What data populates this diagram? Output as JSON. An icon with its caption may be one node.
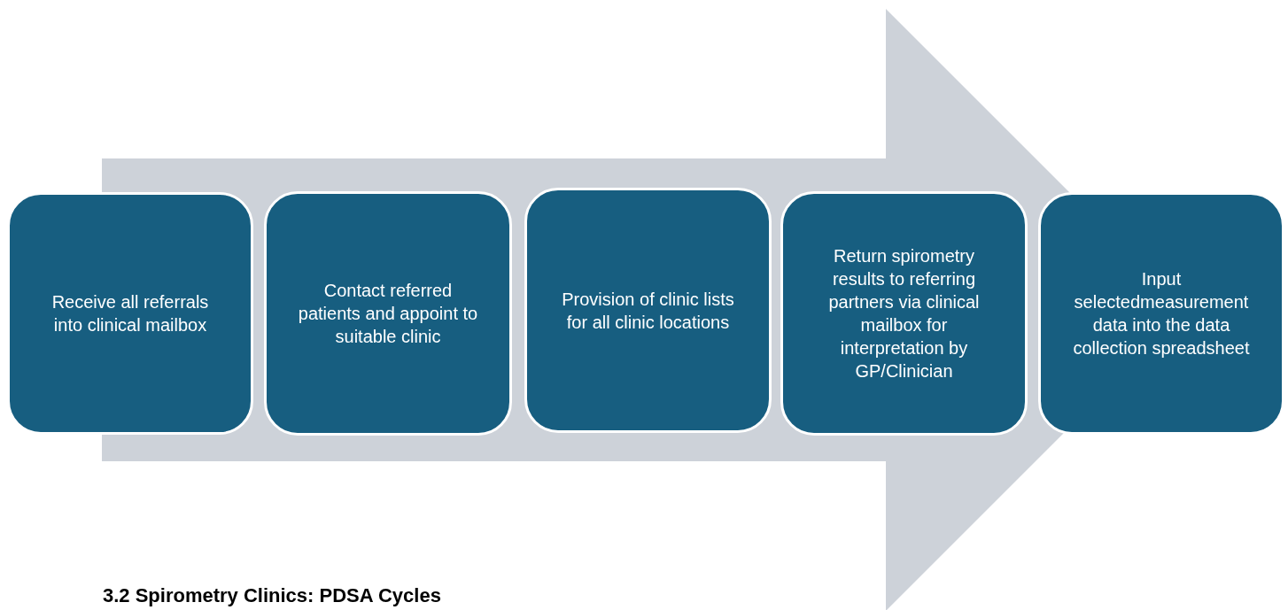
{
  "diagram": {
    "nodes": [
      {
        "text": [
          "Receive all referrals into clinical mailbox"
        ]
      },
      {
        "text": [
          "Contact referred patients and appoint to suitable clinic"
        ]
      },
      {
        "text": [
          "Provision of clinic lists for all clinic locations"
        ]
      },
      {
        "text": [
          "Return spirometry results to referring partners via clinical mailbox for interpretation by GP/Clinician"
        ]
      },
      {
        "text": [
          "Input selectedmeasurement data into the data collection spreadsheet"
        ]
      }
    ],
    "edges": [
      {
        "from": 0,
        "to": 4,
        "arrow": "to"
      }
    ],
    "labels": [
      "3.2 Spirometry Clinics: PDSA Cycles"
    ]
  }
}
